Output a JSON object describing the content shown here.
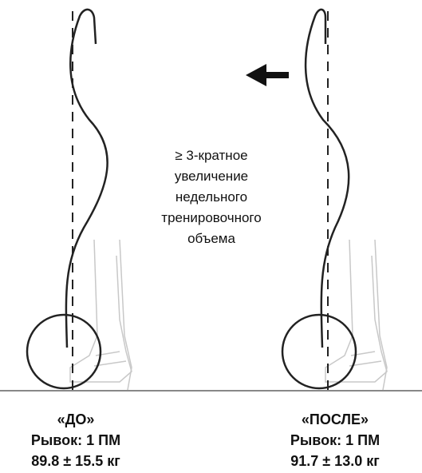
{
  "center_text": {
    "lines": [
      "≥ 3-кратное",
      "увеличение",
      "недельного",
      "тренировочного",
      "объема"
    ]
  },
  "before": {
    "label": "«ДО»",
    "lift": "Рывок: 1 ПМ",
    "value": "89.8 ± 15.5 кг"
  },
  "after": {
    "label": "«ПОСЛЕ»",
    "lift": "Рывок: 1 ПМ",
    "value": "91.7 ± 13.0 кг"
  },
  "arrow_direction": "left",
  "colors": {
    "stroke": "#222222",
    "faint": "#c8c8c8",
    "ground": "#888888"
  }
}
